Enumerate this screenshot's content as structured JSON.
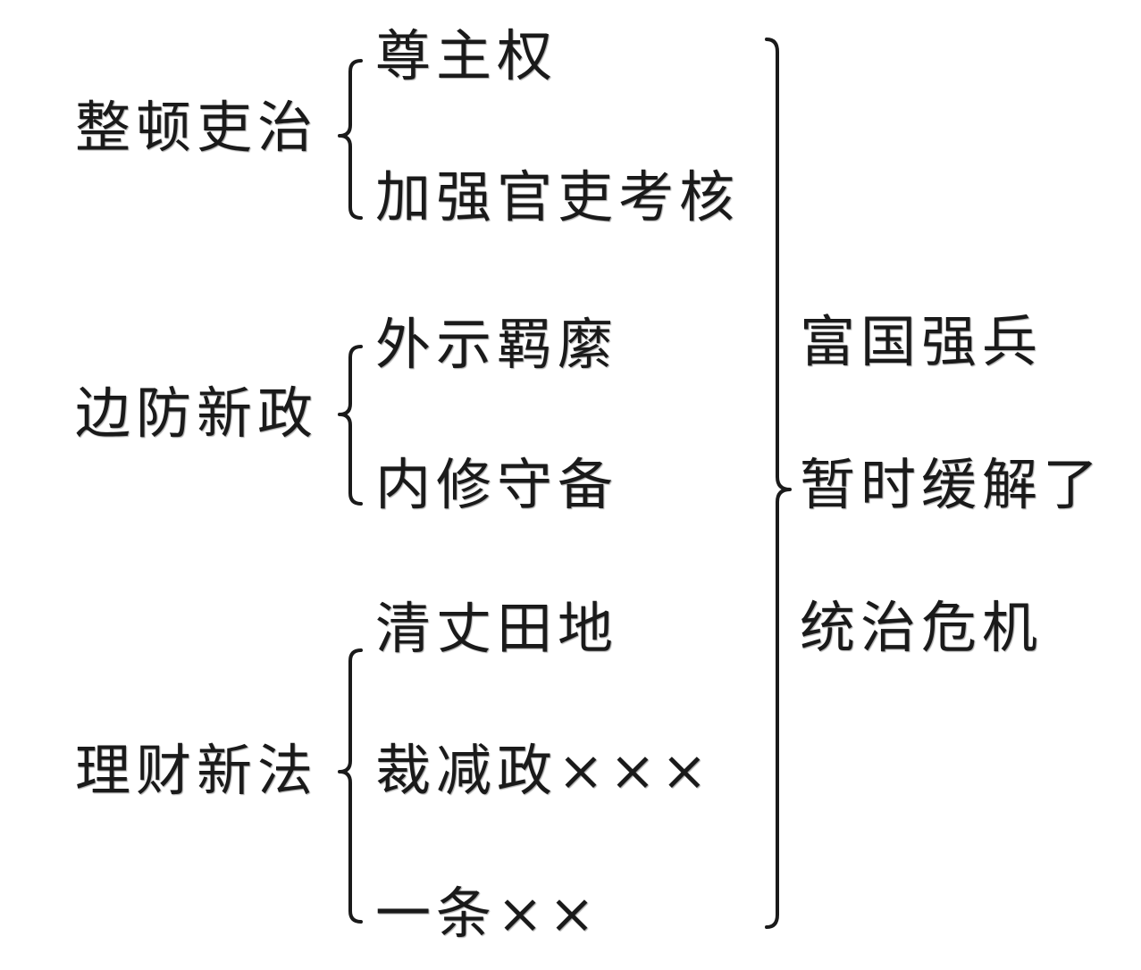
{
  "categories": [
    {
      "name": "整顿吏治",
      "items": [
        "尊主权",
        "加强官吏考核"
      ]
    },
    {
      "name": "边防新政",
      "items": [
        "外示羁縻",
        "内修守备"
      ]
    },
    {
      "name": "理财新法",
      "items": [
        "清丈田地",
        "裁减政×××",
        "一条××"
      ]
    }
  ],
  "result": {
    "lines": [
      "富国强兵",
      "暂时缓解了",
      "统治危机"
    ]
  }
}
